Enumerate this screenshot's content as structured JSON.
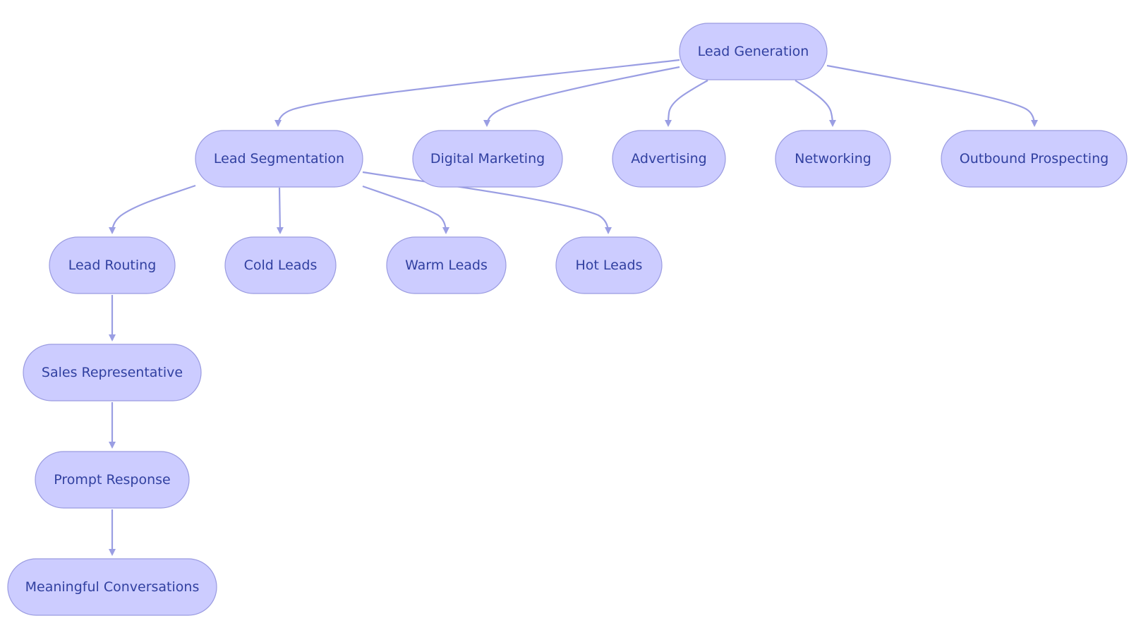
{
  "diagram": {
    "colors": {
      "node_fill": "#ccccff",
      "node_stroke": "#9a9be0",
      "node_text": "#3140a0",
      "edge": "#9a9ee3",
      "background": "#ffffff"
    },
    "nodes": {
      "lead_generation": "Lead Generation",
      "lead_segmentation": "Lead Segmentation",
      "digital_marketing": "Digital Marketing",
      "advertising": "Advertising",
      "networking": "Networking",
      "outbound_prospecting": "Outbound Prospecting",
      "lead_routing": "Lead Routing",
      "cold_leads": "Cold Leads",
      "warm_leads": "Warm Leads",
      "hot_leads": "Hot Leads",
      "sales_representative": "Sales Representative",
      "prompt_response": "Prompt Response",
      "meaningful_conversations": "Meaningful Conversations"
    },
    "edges": [
      {
        "from": "lead_generation",
        "to": "lead_segmentation"
      },
      {
        "from": "lead_generation",
        "to": "digital_marketing"
      },
      {
        "from": "lead_generation",
        "to": "advertising"
      },
      {
        "from": "lead_generation",
        "to": "networking"
      },
      {
        "from": "lead_generation",
        "to": "outbound_prospecting"
      },
      {
        "from": "lead_segmentation",
        "to": "lead_routing"
      },
      {
        "from": "lead_segmentation",
        "to": "cold_leads"
      },
      {
        "from": "lead_segmentation",
        "to": "warm_leads"
      },
      {
        "from": "lead_segmentation",
        "to": "hot_leads"
      },
      {
        "from": "lead_routing",
        "to": "sales_representative"
      },
      {
        "from": "sales_representative",
        "to": "prompt_response"
      },
      {
        "from": "prompt_response",
        "to": "meaningful_conversations"
      }
    ]
  }
}
